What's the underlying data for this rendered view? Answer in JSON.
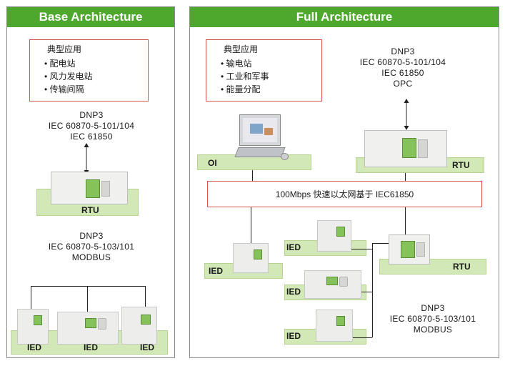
{
  "base": {
    "header": "Base Architecture",
    "apps_title": "典型应用",
    "apps": [
      "配电站",
      "风力发电站",
      "传输间隔"
    ],
    "upper_protocols": [
      "DNP3",
      "IEC 60870-5-101/104",
      "IEC 61850"
    ],
    "rtu_label": "RTU",
    "lower_protocols": [
      "DNP3",
      "IEC 60870-5-103/101",
      "MODBUS"
    ],
    "ied_labels": [
      "IED",
      "IED",
      "IED"
    ]
  },
  "full": {
    "header": "Full Architecture",
    "apps_title": "典型应用",
    "apps": [
      "输电站",
      "工业和军事",
      "能量分配"
    ],
    "upper_protocols": [
      "DNP3",
      "IEC 60870-5-101/104",
      "IEC 61850",
      "OPC"
    ],
    "oi_label": "OI",
    "rtu_label": "RTU",
    "network_label": "100Mbps 快速以太网基于 IEC61850",
    "ied_labels": [
      "IED",
      "IED",
      "IED",
      "IED"
    ],
    "rtu2_label": "RTU",
    "lower_protocols": [
      "DNP3",
      "IEC 60870-5-103/101",
      "MODBUS"
    ]
  },
  "colors": {
    "header_green": "#4fa82e",
    "bar_green": "#d2e8b7",
    "box_red": "#d9534f",
    "lcd_green": "#86c25a"
  }
}
